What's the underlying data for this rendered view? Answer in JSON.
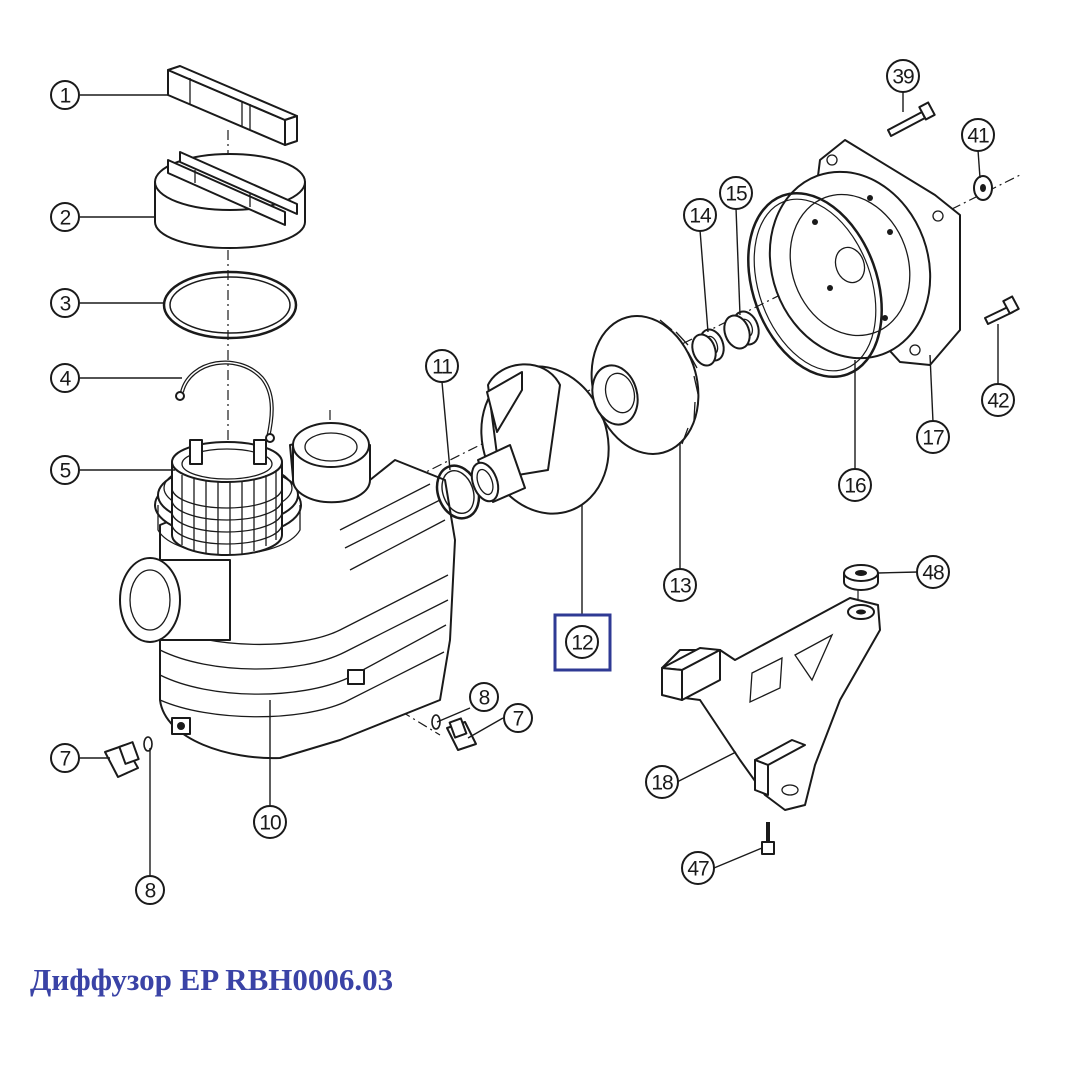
{
  "caption": "Диффузор EP RBH0006.03",
  "highlight_color": "#3a43a6",
  "callouts": [
    {
      "id": "c1",
      "label": "1"
    },
    {
      "id": "c2",
      "label": "2"
    },
    {
      "id": "c3",
      "label": "3"
    },
    {
      "id": "c4",
      "label": "4"
    },
    {
      "id": "c5",
      "label": "5"
    },
    {
      "id": "c7a",
      "label": "7"
    },
    {
      "id": "c8a",
      "label": "8"
    },
    {
      "id": "c10",
      "label": "10"
    },
    {
      "id": "c8b",
      "label": "8"
    },
    {
      "id": "c7b",
      "label": "7"
    },
    {
      "id": "c11",
      "label": "11"
    },
    {
      "id": "c12",
      "label": "12",
      "highlighted": true
    },
    {
      "id": "c13",
      "label": "13"
    },
    {
      "id": "c14",
      "label": "14"
    },
    {
      "id": "c15",
      "label": "15"
    },
    {
      "id": "c16",
      "label": "16"
    },
    {
      "id": "c17",
      "label": "17"
    },
    {
      "id": "c39",
      "label": "39"
    },
    {
      "id": "c41",
      "label": "41"
    },
    {
      "id": "c42",
      "label": "42"
    },
    {
      "id": "c48",
      "label": "48"
    },
    {
      "id": "c18",
      "label": "18"
    },
    {
      "id": "c47",
      "label": "47"
    }
  ]
}
